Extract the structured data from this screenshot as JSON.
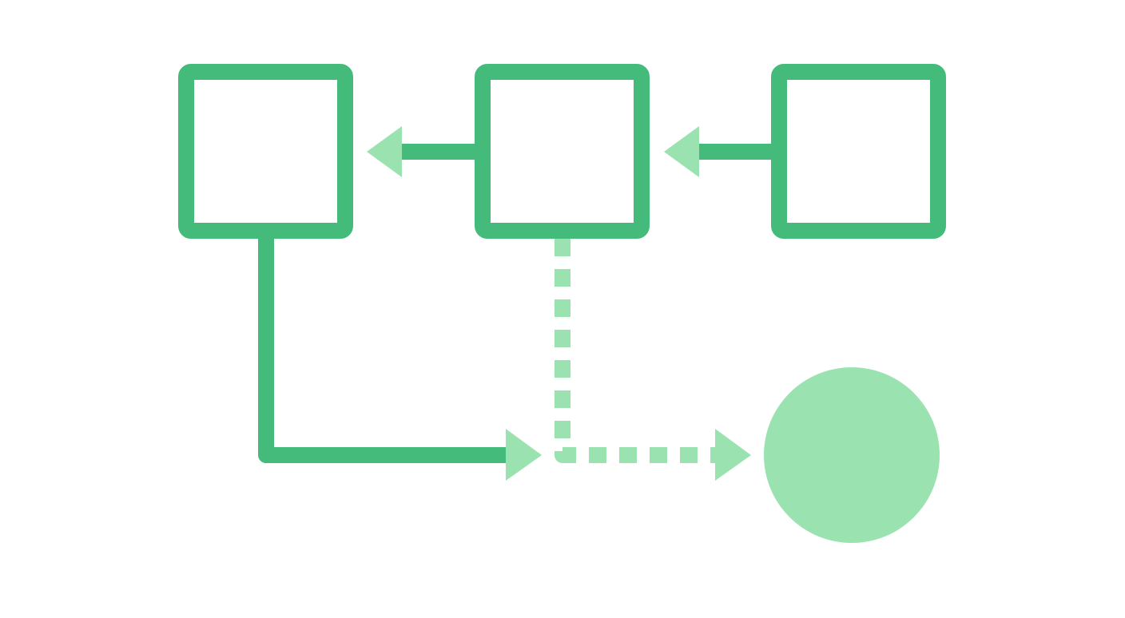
{
  "diagram": {
    "colors": {
      "primary": "#44bb7a",
      "light": "#9ae3b1",
      "background": "#ffffff"
    },
    "nodes": [
      {
        "id": "box-left",
        "shape": "rounded-square-outline",
        "label": ""
      },
      {
        "id": "box-middle",
        "shape": "rounded-square-outline",
        "label": ""
      },
      {
        "id": "box-right",
        "shape": "rounded-square-outline",
        "label": ""
      },
      {
        "id": "circle-target",
        "shape": "filled-circle",
        "label": ""
      }
    ],
    "connectors": [
      {
        "from": "box-middle",
        "to": "box-left",
        "style": "solid",
        "head": "triangle-left"
      },
      {
        "from": "box-right",
        "to": "box-middle",
        "style": "solid",
        "head": "triangle-left"
      },
      {
        "from": "box-left",
        "to": "junction",
        "style": "solid",
        "head": "triangle-right"
      },
      {
        "from": "box-middle",
        "to": "circle-target",
        "style": "dashed",
        "head": "triangle-right"
      }
    ]
  }
}
